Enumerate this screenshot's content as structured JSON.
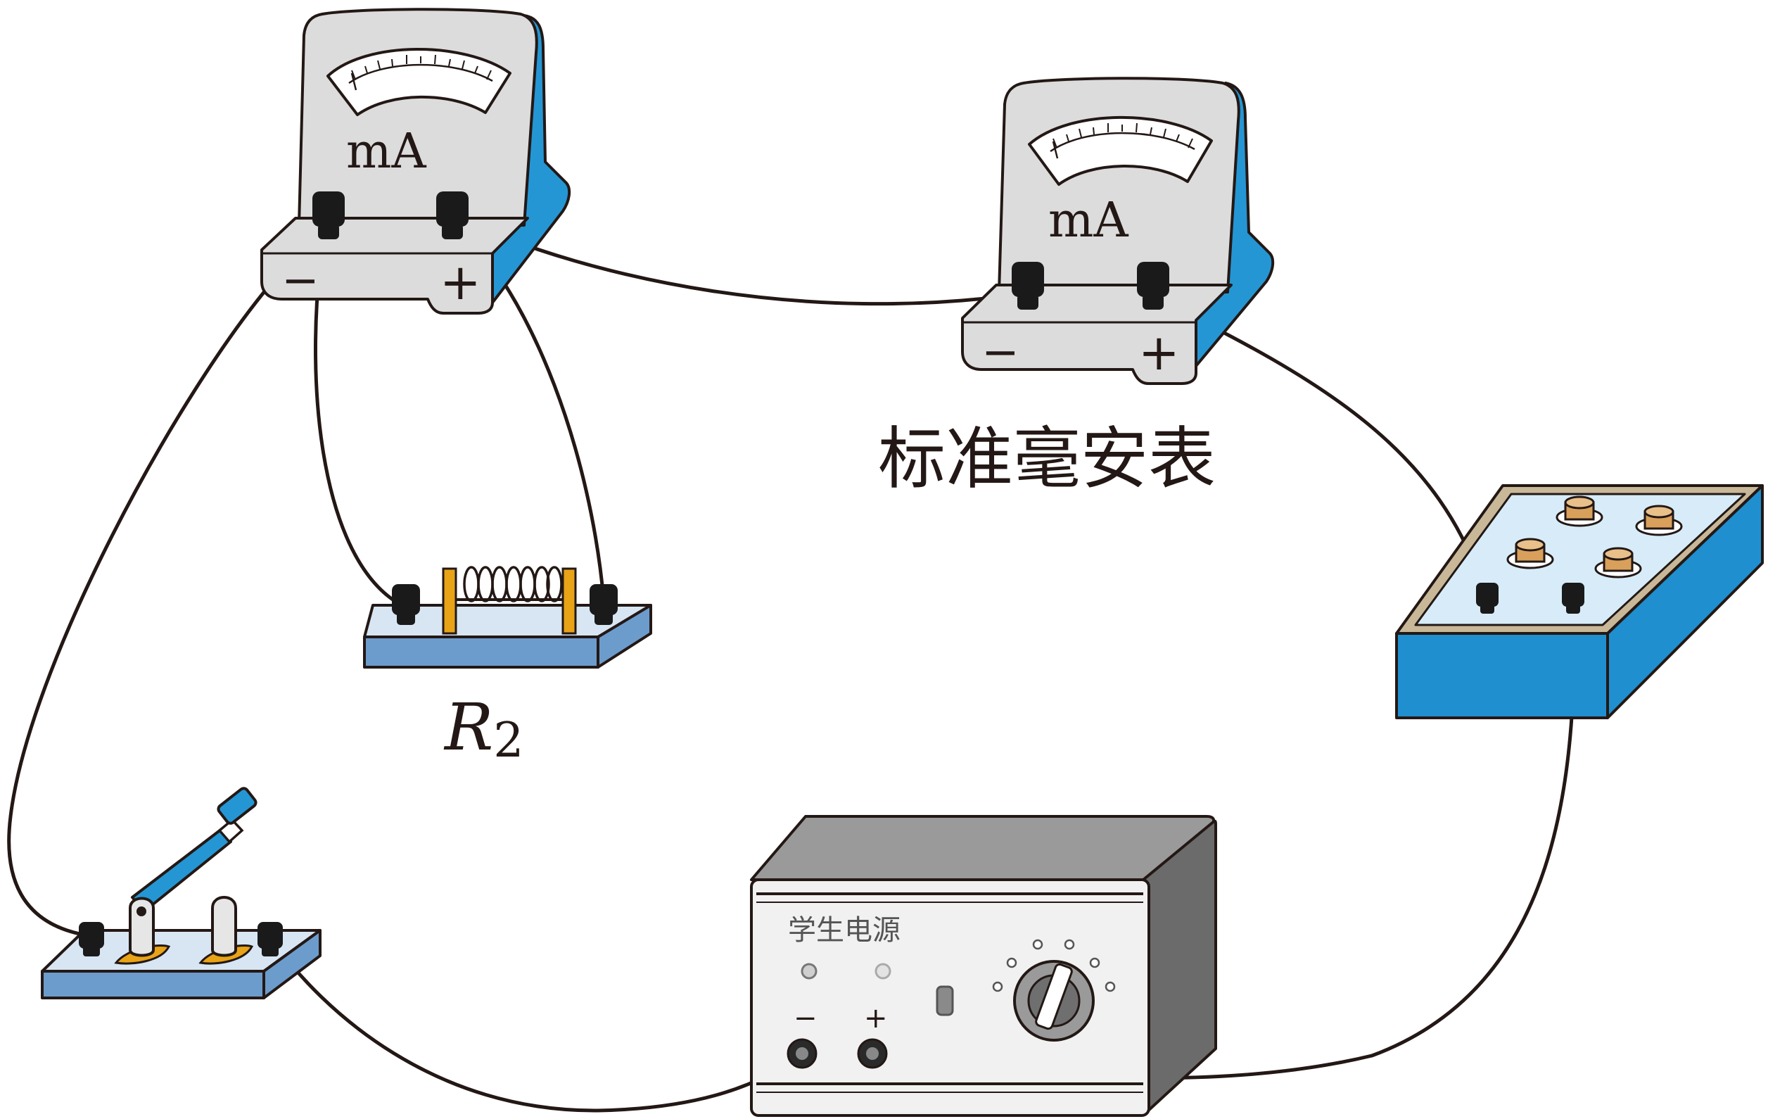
{
  "meters": {
    "meter_under_test": {
      "unit": "mA",
      "terminal_neg": "−",
      "terminal_pos": "+"
    },
    "standard_meter": {
      "unit": "mA",
      "terminal_neg": "−",
      "terminal_pos": "+",
      "caption": "标准毫安表"
    }
  },
  "resistor": {
    "label_main": "R",
    "label_sub": "2"
  },
  "power_supply": {
    "title": "学生电源",
    "terminal_neg": "−",
    "terminal_pos": "+"
  },
  "colors": {
    "meter_blue": "#2596d4",
    "meter_body": "#dcdcdc",
    "wire": "#231815",
    "terminal": "#1a1a1a",
    "board_blue": "#6c9ccc",
    "board_top": "#d8e6f3",
    "orange": "#e8a317",
    "box_blue": "#1f8fcf",
    "box_top": "#d7ecf8",
    "supply_front": "#f1f1f1",
    "supply_side": "#6b6b6b",
    "supply_top": "#9a9a9a"
  }
}
